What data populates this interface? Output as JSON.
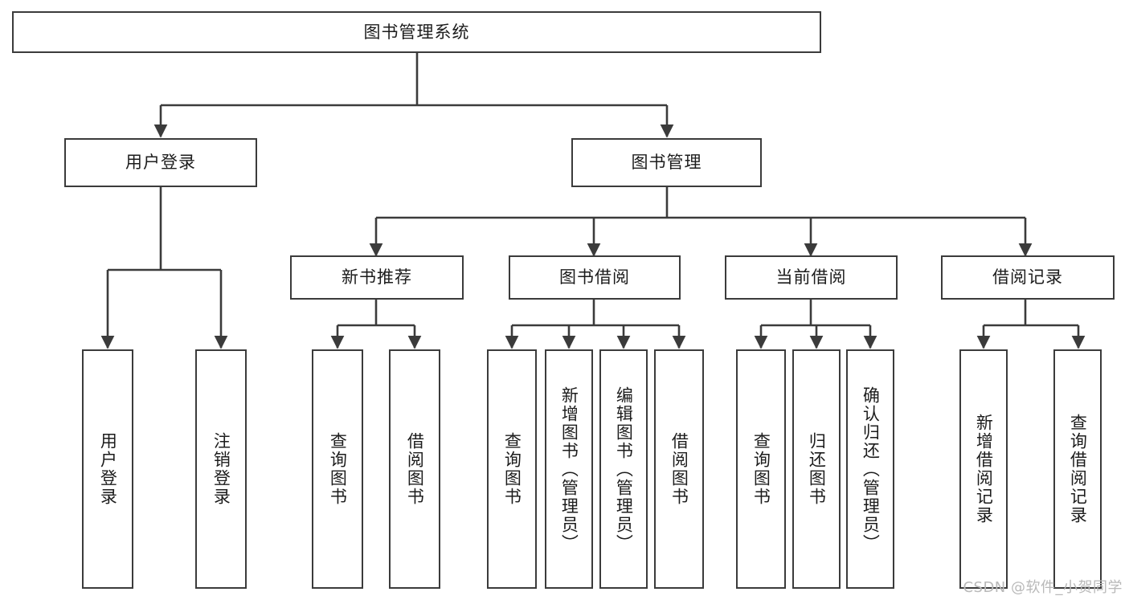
{
  "diagram": {
    "title": "图书管理系统",
    "type": "tree",
    "accent_color": "#3b3b3b",
    "background": "#ffffff",
    "watermark": "CSDN @软件_小贺同学"
  },
  "nodes": {
    "root": {
      "label": "图书管理系统"
    },
    "level2": [
      {
        "id": "user-login",
        "label": "用户登录"
      },
      {
        "id": "book-manage",
        "label": "图书管理"
      }
    ],
    "level3": [
      {
        "id": "new-book-recommend",
        "label": "新书推荐"
      },
      {
        "id": "book-borrow",
        "label": "图书借阅"
      },
      {
        "id": "current-borrow",
        "label": "当前借阅"
      },
      {
        "id": "borrow-record",
        "label": "借阅记录"
      }
    ],
    "leaves": {
      "user-login": [
        {
          "id": "leaf-user-login",
          "label": "用户登录"
        },
        {
          "id": "leaf-user-logout",
          "label": "注销登录"
        }
      ],
      "new-book-recommend": [
        {
          "id": "leaf-query-book-1",
          "label": "查询图书"
        },
        {
          "id": "leaf-borrow-book-1",
          "label": "借阅图书"
        }
      ],
      "book-borrow": [
        {
          "id": "leaf-query-book-2",
          "label": "查询图书"
        },
        {
          "id": "leaf-add-book",
          "label": "新增图书（管理员）"
        },
        {
          "id": "leaf-edit-book",
          "label": "编辑图书（管理员）"
        },
        {
          "id": "leaf-borrow-book-2",
          "label": "借阅图书"
        }
      ],
      "current-borrow": [
        {
          "id": "leaf-query-book-3",
          "label": "查询图书"
        },
        {
          "id": "leaf-return-book",
          "label": "归还图书"
        },
        {
          "id": "leaf-confirm-return",
          "label": "确认归还（管理员）"
        }
      ],
      "borrow-record": [
        {
          "id": "leaf-add-record",
          "label": "新增借阅记录"
        },
        {
          "id": "leaf-query-record",
          "label": "查询借阅记录"
        }
      ]
    }
  }
}
